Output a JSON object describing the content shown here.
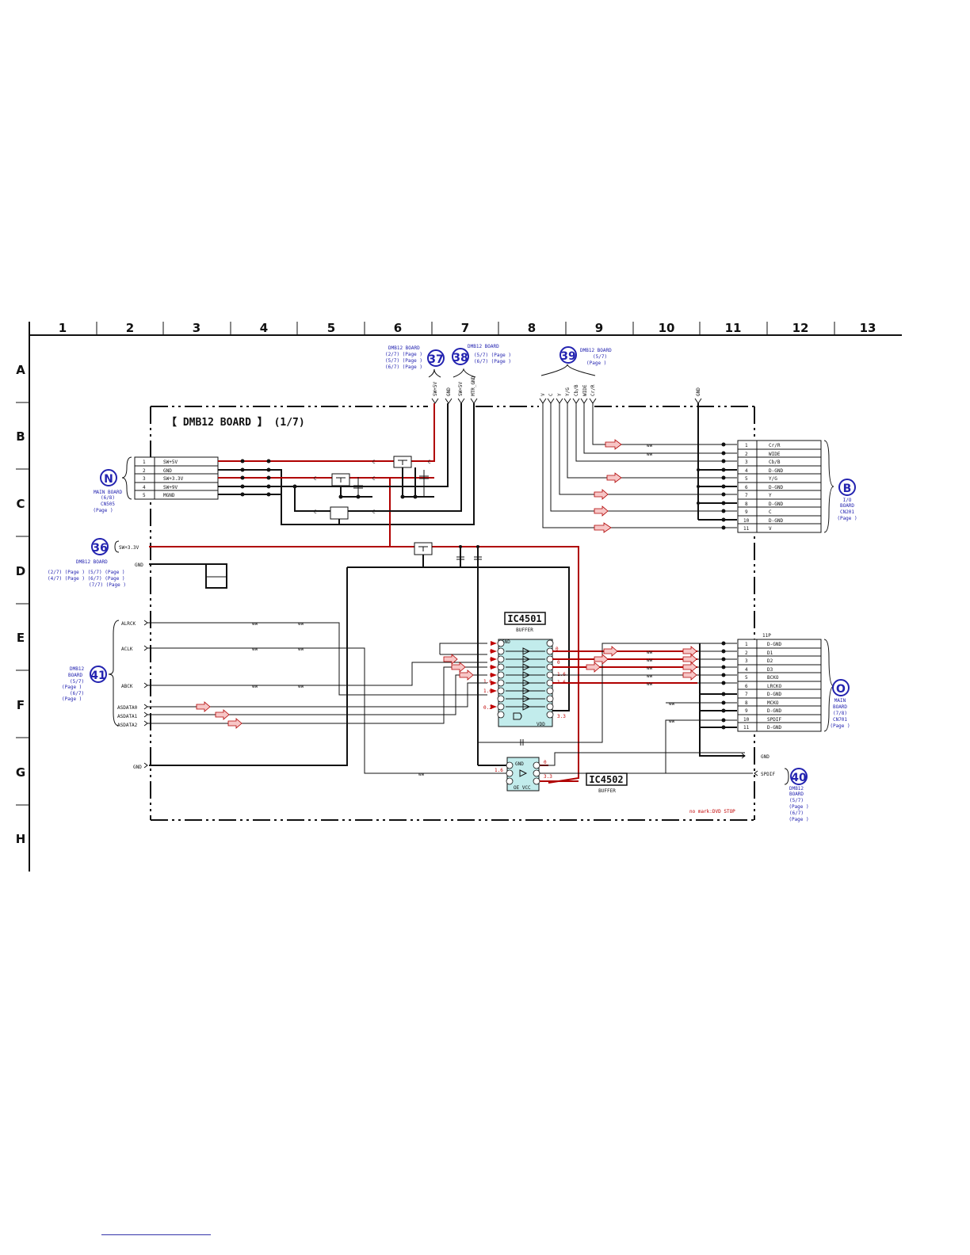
{
  "grid": {
    "columns": [
      "1",
      "2",
      "3",
      "4",
      "5",
      "6",
      "7",
      "8",
      "9",
      "10",
      "11",
      "12",
      "13"
    ],
    "rows": [
      "A",
      "B",
      "C",
      "D",
      "E",
      "F",
      "G",
      "H"
    ]
  },
  "board_title": "【 DMB12  BOARD 】 (1/7)",
  "ic4501": {
    "name": "IC4501",
    "sub": "BUFFER",
    "pin_top": "GND",
    "pin_bottom": "VDD",
    "voltages": [
      "0",
      "0",
      "0",
      "0",
      "0",
      "1.6",
      "1.6",
      "0.2",
      "0",
      "1.6",
      "1.6",
      "3.3"
    ]
  },
  "ic4502": {
    "name": "IC4502",
    "sub": "BUFFER",
    "inner_top": "GND",
    "inner_bottom": "OE VCC",
    "voltages": [
      "1.6",
      "0",
      "3.3"
    ]
  },
  "conn_n": {
    "badge": "N",
    "caption": [
      "MAIN BOARD",
      "(6/8)",
      "CN505",
      "(Page    )"
    ],
    "pins": [
      {
        "num": "1",
        "name": "SW+5V"
      },
      {
        "num": "2",
        "name": "GND"
      },
      {
        "num": "3",
        "name": "SW+3.3V"
      },
      {
        "num": "4",
        "name": "SW+9V"
      },
      {
        "num": "5",
        "name": "MGND"
      }
    ]
  },
  "conn_b": {
    "badge": "B",
    "caption": [
      "I/O",
      "BOARD",
      "CN201",
      "(Page    )"
    ],
    "pins": [
      {
        "num": "1",
        "name": "Cr/R"
      },
      {
        "num": "2",
        "name": "WIDE"
      },
      {
        "num": "3",
        "name": "Cb/B"
      },
      {
        "num": "4",
        "name": "D-GND"
      },
      {
        "num": "5",
        "name": "Y/G"
      },
      {
        "num": "6",
        "name": "D-GND"
      },
      {
        "num": "7",
        "name": "Y"
      },
      {
        "num": "8",
        "name": "D-GND"
      },
      {
        "num": "9",
        "name": "C"
      },
      {
        "num": "10",
        "name": "D-GND"
      },
      {
        "num": "11",
        "name": "V"
      }
    ]
  },
  "conn_o": {
    "badge": "O",
    "caption": [
      "MAIN",
      "BOARD",
      "(7/8)",
      "CN701",
      "(Page    )"
    ],
    "title": "11P",
    "pins": [
      {
        "num": "1",
        "name": "D-GND"
      },
      {
        "num": "2",
        "name": "D1"
      },
      {
        "num": "3",
        "name": "D2"
      },
      {
        "num": "4",
        "name": "D3"
      },
      {
        "num": "5",
        "name": "BCKO"
      },
      {
        "num": "6",
        "name": "LRCKO"
      },
      {
        "num": "7",
        "name": "D-GND"
      },
      {
        "num": "8",
        "name": "MCKO"
      },
      {
        "num": "9",
        "name": "D-GND"
      },
      {
        "num": "10",
        "name": "SPDIF"
      },
      {
        "num": "11",
        "name": "D-GND"
      }
    ]
  },
  "ref37": {
    "badge": "37",
    "lines": [
      "DMB12 BOARD",
      "(2/7) (Page    )",
      "(5/7) (Page    )",
      "(6/7) (Page    )"
    ]
  },
  "ref38": {
    "badge": "38",
    "lines": [
      "DMB12 BOARD",
      "(5/7) (Page    )",
      "(6/7) (Page    )"
    ]
  },
  "ref39": {
    "badge": "39",
    "lines": [
      "DMB12 BOARD",
      "(5/7)",
      "(Page    )"
    ]
  },
  "ref36": {
    "badge": "36",
    "lines": [
      "DMB12 BOARD",
      "(2/7) (Page    ) (5/7) (Page    )",
      "(4/7) (Page    ) (6/7) (Page    )",
      "(7/7) (Page    )"
    ]
  },
  "ref41": {
    "badge": "41",
    "lines": [
      "DMB12",
      "BOARD",
      "(5/7)",
      "(Page    )",
      "(6/7)",
      "(Page    )"
    ]
  },
  "ref40": {
    "badge": "40",
    "lines": [
      "DMB12",
      "BOARD",
      "(5/7)",
      "(Page    )",
      "(6/7)",
      "(Page    )"
    ]
  },
  "top_signals_37_38": [
    "SW+5V",
    "GND",
    "SW+5V",
    "MTR_GND"
  ],
  "top_signals_39": [
    "V",
    "C",
    "Y",
    "Y/G",
    "Cb/B",
    "WIDE",
    "Cr/R"
  ],
  "top_gnd": "GND",
  "left_signals": {
    "sw33": "SW+3.3V",
    "gnd_d": "GND",
    "alrck": "ALRCK",
    "aclk": "ACLK",
    "abck": "ABCK",
    "asdata0": "ASDATA0",
    "asdata1": "ASDATA1",
    "asdata2": "ASDATA2",
    "gnd_g": "GND"
  },
  "right_signals": {
    "gnd": "GND",
    "spdif": "SPDIF"
  },
  "note": "no mark:DVD STOP"
}
